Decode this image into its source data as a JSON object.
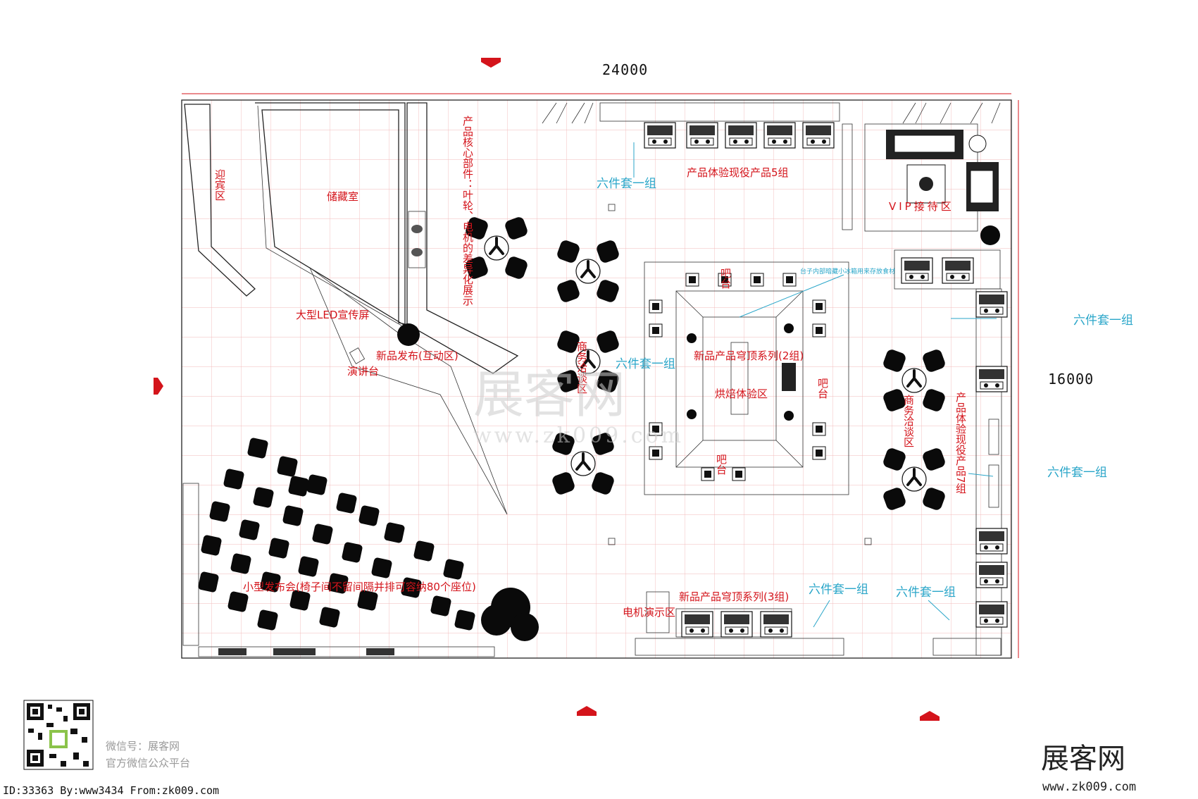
{
  "dimensions": {
    "width_label": "24000",
    "height_label": "16000"
  },
  "zones": {
    "welcome": "迎宾区",
    "storage": "储藏室",
    "led": "大型LED宣传屏",
    "core_parts": "产品核心部件：叶轮、电机的差异化展示",
    "launch_interactive": "新品发布(互动区)",
    "podium": "演讲台",
    "experience5": "产品体验现役产品5组",
    "vip": "VIP接待区",
    "bar_top": "吧台",
    "bar_right": "吧台",
    "bar_bottom": "吧台",
    "new_hood2": "新品产品穹顶系列(2组)",
    "baking": "烘焙体验区",
    "biz_left": "商务洽谈区",
    "biz_right": "商务洽谈区",
    "experience7": "产品体验现役产品7组",
    "small_launch": "小型发布会(椅子间不留间隔并排可容纳80个座位)",
    "motor_demo": "电机演示区",
    "new_hood3": "新品产品穹顶系列(3组)",
    "fridge_note": "台子内部暗藏小冰箱用来存放食材"
  },
  "six_piece": "六件套一组",
  "footer": {
    "wechat": "微信号：展客网",
    "platform": "官方微信公众平台",
    "id_line": "ID:33363 By:www3434 From:zk009.com"
  },
  "watermark": {
    "brand": "展客网",
    "url": "www.zk009.com"
  },
  "colors": {
    "label": "#d4141b",
    "note": "#2aa6c9",
    "grid": "#f2b8b8"
  }
}
